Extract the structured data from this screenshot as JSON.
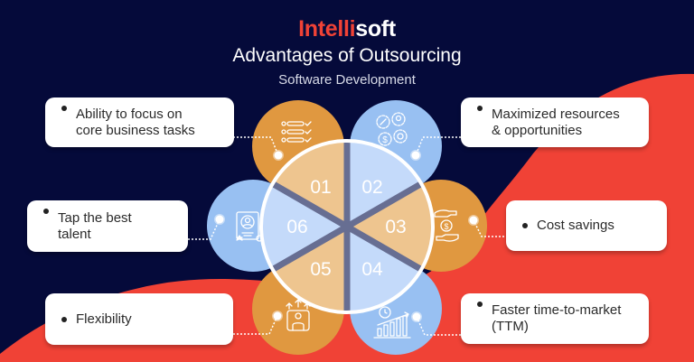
{
  "brand": {
    "part1": "Intelli",
    "part2": "soft"
  },
  "header": {
    "title": "Advantages of Outsourcing",
    "subtitle": "Software Development"
  },
  "colors": {
    "background": "#050a3a",
    "accent_red": "#f04236",
    "petal_orange": "#e09840",
    "petal_blue": "#98c0f2",
    "segment_orange": "#eec58f",
    "segment_blue": "#c4dafa",
    "divider": "#676e92"
  },
  "segments": [
    {
      "number": "01",
      "icon": "checklist-icon",
      "label": "Ability to focus on\ncore business tasks"
    },
    {
      "number": "02",
      "icon": "gears-resources-icon",
      "label": "Maximized resources\n& opportunities"
    },
    {
      "number": "03",
      "icon": "hands-dollar-icon",
      "label": "Cost savings"
    },
    {
      "number": "04",
      "icon": "growth-chart-icon",
      "label": "Faster time-to-market\n(TTM)"
    },
    {
      "number": "05",
      "icon": "flexible-person-arrows-icon",
      "label": "Flexibility"
    },
    {
      "number": "06",
      "icon": "talent-profile-icon",
      "label": "Tap the best\ntalent"
    }
  ]
}
